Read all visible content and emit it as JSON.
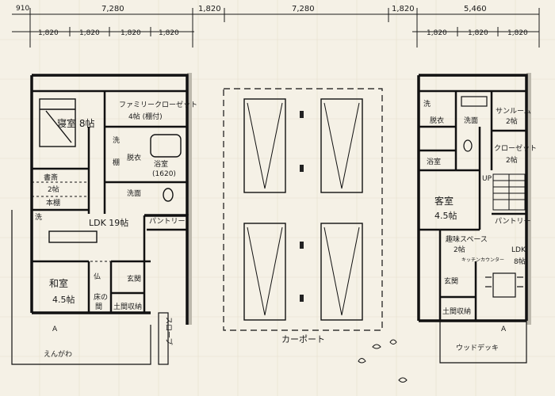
{
  "dimensions": {
    "top": [
      "910",
      "7,280",
      "1,820",
      "7,280",
      "1,820",
      "5,460"
    ],
    "sub_left": [
      "1,820",
      "1,820",
      "1,820",
      "1,820"
    ],
    "sub_right": [
      "1,820",
      "1,820",
      "1,820"
    ]
  },
  "left_plan": {
    "bedroom": "寝室 8帖",
    "family_closet_1": "ファミリークローゼット",
    "family_closet_2": "4帖 (棚付)",
    "study_1": "書斎",
    "study_2": "2帖",
    "bookshelf": "本棚",
    "wash": "洗",
    "shelf": "棚",
    "dressing": "脱衣",
    "bath_1": "浴室",
    "bath_2": "(1620)",
    "washroom": "洗面",
    "wc_mark": "洗",
    "ldk": "LDK 19帖",
    "pantry": "パントリー",
    "washitsu_1": "和室",
    "washitsu_2": "4.5帖",
    "butsu": "仏",
    "toko_1": "床の",
    "toko_2": "間",
    "entrance": "玄関",
    "doma": "土間収納",
    "engawa": "えんがわ",
    "slope": "スロープ",
    "marker_a": "A"
  },
  "carport": {
    "label": "カーポート"
  },
  "right_plan": {
    "wash": "洗",
    "dressing": "脱衣",
    "washroom": "洗面",
    "sunroom_1": "サンルーム",
    "sunroom_2": "2帖",
    "closet_1": "クローゼット",
    "closet_2": "2帖",
    "bath": "浴室",
    "up": "UP",
    "guest_1": "客室",
    "guest_2": "4.5帖",
    "pantry": "パントリー",
    "hobby_1": "趣味スペース",
    "hobby_2": "2帖",
    "counter": "キッチンカウンター",
    "ldk_1": "LDK",
    "ldk_2": "8帖",
    "entrance": "玄関",
    "doma": "土間収納",
    "wood_deck": "ウッドデッキ",
    "marker_a": "A"
  }
}
